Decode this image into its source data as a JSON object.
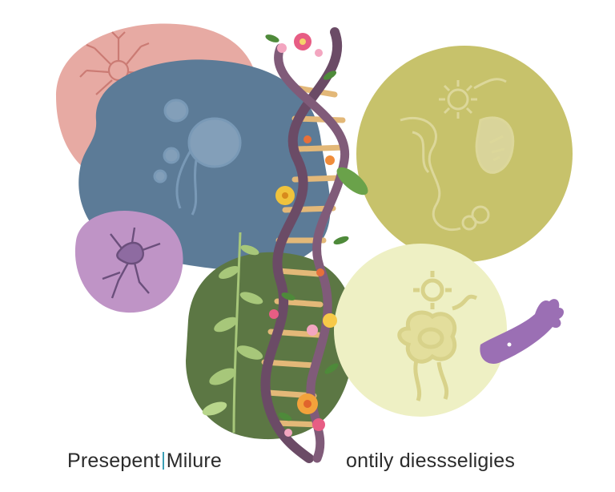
{
  "caption": {
    "left_word1": "Presepent",
    "left_word2": "Milure",
    "right": "ontily diessseligies",
    "text_color": "#2b2b2b",
    "divider_color": "#3b9fb5"
  },
  "palette": {
    "pink_blob": "#e7aaa3",
    "blue_blob": "#5c7b97",
    "purple_blob": "#bf94c6",
    "olive_circle": "#c7c26b",
    "green_blob": "#5c7744",
    "cream_circle": "#eef0c4",
    "helix_strand": "#6b4b66",
    "helix_rung": "#e3b878",
    "creature": "#9b6fb4"
  },
  "icons": [
    "neuron-icon",
    "cell-icon",
    "microbe-icon",
    "virus-icon",
    "flower-icon",
    "leaf-icon",
    "creature-icon"
  ]
}
